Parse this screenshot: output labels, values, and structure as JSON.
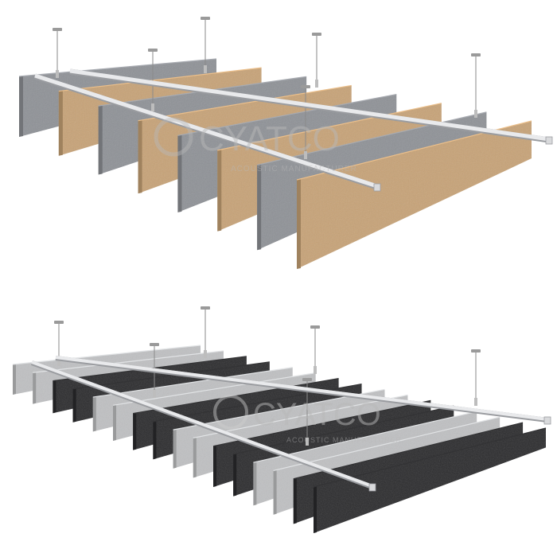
{
  "scenes": [
    {
      "name": "baffle-scene-felt-wood",
      "colors": [
        "#8e9196",
        "#c7a276",
        "#8e9196",
        "#c7a276",
        "#8e9196",
        "#c7a276",
        "#8e9196",
        "#c7a276"
      ],
      "watermark": {
        "main": "CYATCO",
        "sub": "ACOUSTIC MANUFACTURER"
      }
    },
    {
      "name": "baffle-scene-grey-black",
      "colors": [
        "#bfc0c2",
        "#bfc0c2",
        "#2b2b2d",
        "#2b2b2d",
        "#bfc0c2",
        "#bfc0c2",
        "#2b2b2d",
        "#2b2b2d",
        "#bfc0c2",
        "#bfc0c2",
        "#2b2b2d",
        "#2b2b2d",
        "#bfc0c2",
        "#bfc0c2",
        "#2b2b2d",
        "#2b2b2d"
      ],
      "watermark": {
        "main": "CYATCO",
        "sub": "ACOUSTIC MANUFACTURER"
      }
    }
  ],
  "colors": {
    "rail": "#e9eaec",
    "rail_edge": "#9a9ca0",
    "cable": "#8a8a8a",
    "clip": "#9a9a9a"
  }
}
